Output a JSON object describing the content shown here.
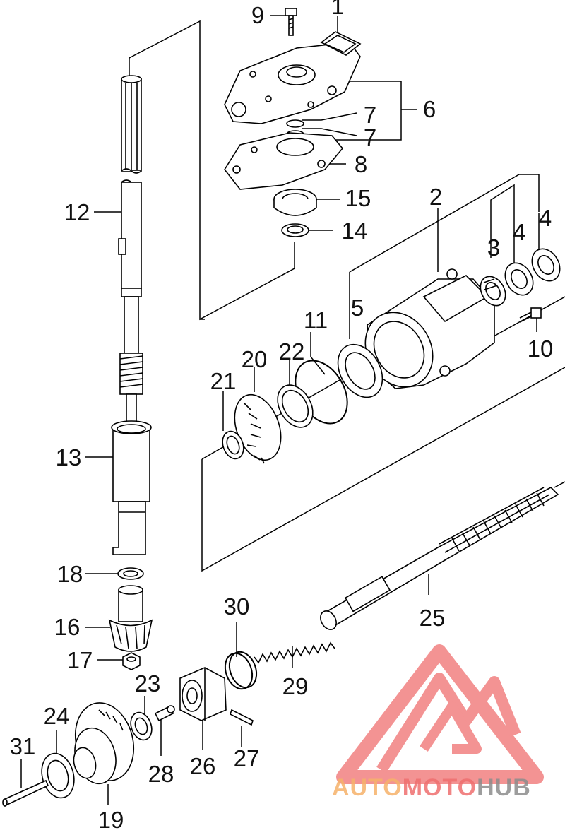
{
  "diagram": {
    "callouts": [
      {
        "id": "c1",
        "label": "1"
      },
      {
        "id": "c2",
        "label": "2"
      },
      {
        "id": "c3",
        "label": "3"
      },
      {
        "id": "c4a",
        "label": "4"
      },
      {
        "id": "c4b",
        "label": "4"
      },
      {
        "id": "c5",
        "label": "5"
      },
      {
        "id": "c6",
        "label": "6"
      },
      {
        "id": "c7a",
        "label": "7"
      },
      {
        "id": "c7b",
        "label": "7"
      },
      {
        "id": "c8",
        "label": "8"
      },
      {
        "id": "c9",
        "label": "9"
      },
      {
        "id": "c10",
        "label": "10"
      },
      {
        "id": "c11",
        "label": "11"
      },
      {
        "id": "c12",
        "label": "12"
      },
      {
        "id": "c13",
        "label": "13"
      },
      {
        "id": "c14",
        "label": "14"
      },
      {
        "id": "c15",
        "label": "15"
      },
      {
        "id": "c16",
        "label": "16"
      },
      {
        "id": "c17",
        "label": "17"
      },
      {
        "id": "c18",
        "label": "18"
      },
      {
        "id": "c19",
        "label": "19"
      },
      {
        "id": "c20",
        "label": "20"
      },
      {
        "id": "c21",
        "label": "21"
      },
      {
        "id": "c22",
        "label": "22"
      },
      {
        "id": "c23",
        "label": "23"
      },
      {
        "id": "c24",
        "label": "24"
      },
      {
        "id": "c25",
        "label": "25"
      },
      {
        "id": "c26",
        "label": "26"
      },
      {
        "id": "c27",
        "label": "27"
      },
      {
        "id": "c28",
        "label": "28"
      },
      {
        "id": "c29",
        "label": "29"
      },
      {
        "id": "c30",
        "label": "30"
      },
      {
        "id": "c31",
        "label": "31"
      }
    ]
  },
  "watermark": {
    "part1": "AUTO",
    "part2": "MOTO",
    "part3": "HUB",
    "color_orange": "#f6b26b",
    "color_red": "#ef6f6f",
    "color_gray": "#8c8c8c"
  }
}
